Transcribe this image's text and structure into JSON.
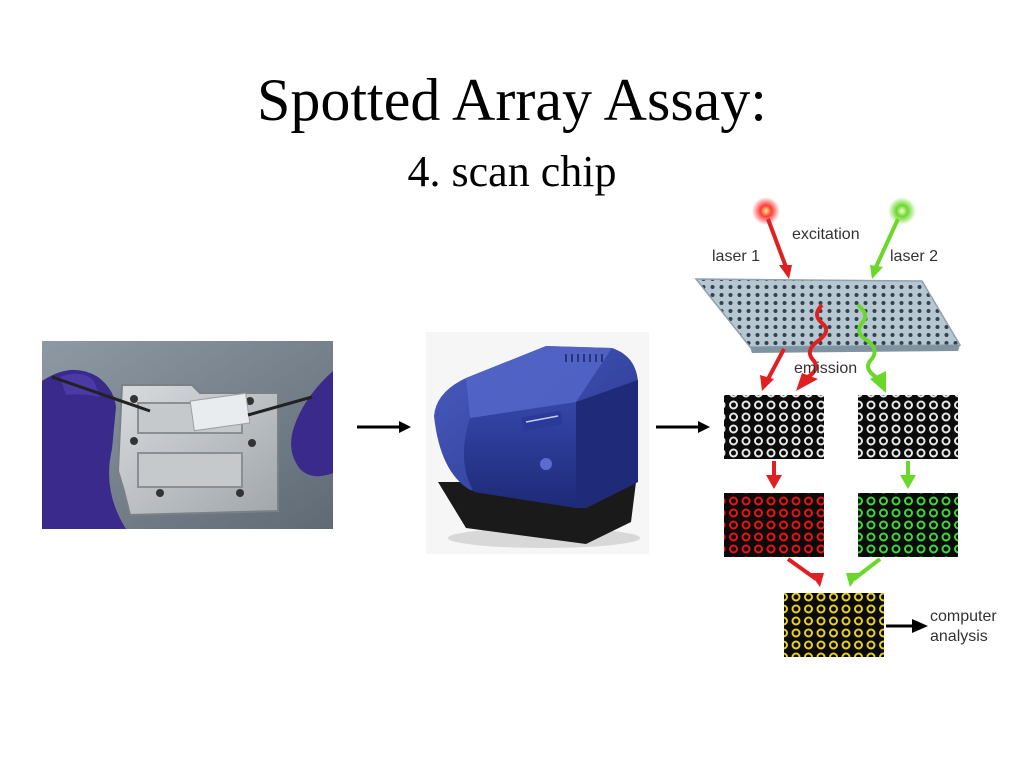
{
  "slide": {
    "title": "Spotted Array Assay:",
    "subtitle": "4. scan chip"
  },
  "diagram": {
    "label_excitation": "excitation",
    "label_laser1": "laser 1",
    "label_laser2": "laser 2",
    "label_emission": "emission",
    "label_computer": "computer",
    "label_analysis": "analysis"
  },
  "colors": {
    "laser1": "#e02020",
    "laser2": "#6ad82a",
    "scanner_blue": "#2f3f9a",
    "glove_purple": "#3a2a8c"
  },
  "icons": {
    "arrow_1": "right-arrow-icon",
    "arrow_2": "right-arrow-icon"
  }
}
